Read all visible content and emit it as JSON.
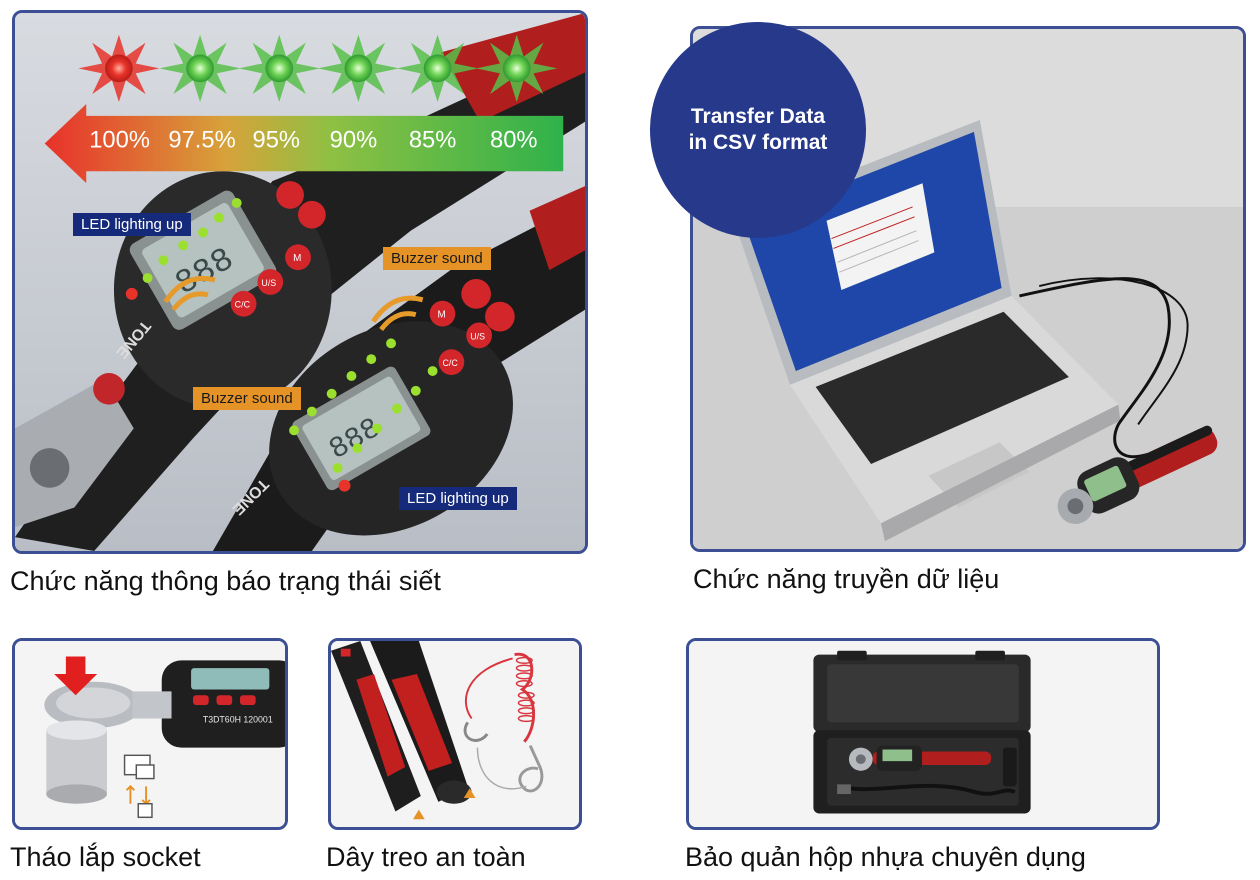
{
  "torque_panel": {
    "percent_labels": [
      "100%",
      "97.5%",
      "95%",
      "90%",
      "85%",
      "80%"
    ],
    "led_label_top": "LED lighting up",
    "led_label_bottom": "LED lighting up",
    "buzzer_label_top": "Buzzer sound",
    "buzzer_label_bottom": "Buzzer sound",
    "brand_mark": "TONE",
    "buttons": [
      "M",
      "U/S",
      "C/C"
    ],
    "caption": "Chức năng thông báo trạng thái siết"
  },
  "transfer_panel": {
    "badge_line1": "Transfer Data",
    "badge_line2": "in CSV format",
    "caption": "Chức năng truyền dữ liệu"
  },
  "socket_panel": {
    "model_text": "T3DT60H  120001",
    "caption": "Tháo lắp socket"
  },
  "strap_panel": {
    "caption": "Dây treo an toàn"
  },
  "case_panel": {
    "caption": "Bảo quản hộp nhựa chuyên dụng"
  },
  "colors": {
    "frame": "#3d4f94",
    "badge": "#27398a",
    "led_red": "#e8332a",
    "led_green": "#4cc043",
    "tag_blue": "#152a7a",
    "tag_orange": "#e59326"
  }
}
